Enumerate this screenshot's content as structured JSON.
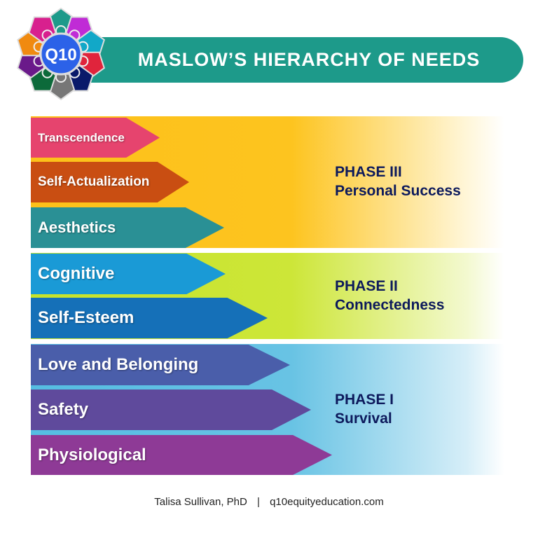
{
  "logo": {
    "text": "Q10"
  },
  "title": "MASLOW’S HIERARCHY OF NEEDS",
  "phases": [
    {
      "title": "PHASE III",
      "subtitle": "Personal Success",
      "color": "#fdc11a"
    },
    {
      "title": "PHASE II",
      "subtitle": "Connectedness",
      "color": "#c6e32a"
    },
    {
      "title": "PHASE I",
      "subtitle": "Survival",
      "color": "#55bde2"
    }
  ],
  "needs": [
    {
      "label": "Transcendence",
      "color": "#e6446e"
    },
    {
      "label": "Self-Actualization",
      "color": "#c94e12"
    },
    {
      "label": "Aesthetics",
      "color": "#2a9095"
    },
    {
      "label": "Cognitive",
      "color": "#1a9ad6"
    },
    {
      "label": "Self-Esteem",
      "color": "#1570b8"
    },
    {
      "label": "Love and Belonging",
      "color": "#4a5eaa"
    },
    {
      "label": "Safety",
      "color": "#5f4a9c"
    },
    {
      "label": "Physiological",
      "color": "#8e3a96"
    }
  ],
  "footer": {
    "author": "Talisa Sullivan, PhD",
    "separator": "|",
    "website": "q10equityeducation.com"
  }
}
